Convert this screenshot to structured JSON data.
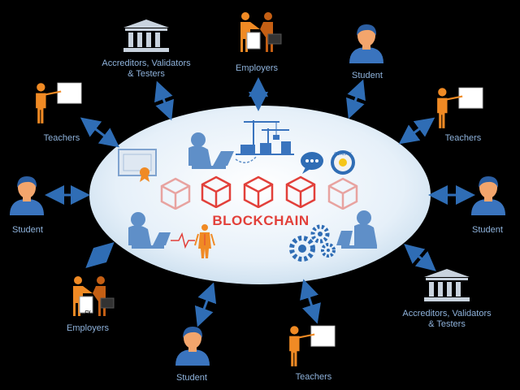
{
  "center": {
    "label": "BLOCKCHAIN"
  },
  "nodes": {
    "accreditors_top": {
      "label_line1": "Accreditors, Validators",
      "label_line2": "& Testers"
    },
    "employers_top": {
      "label": "Employers"
    },
    "student_top": {
      "label": "Student"
    },
    "teachers_left_top": {
      "label": "Teachers"
    },
    "teachers_right_top": {
      "label": "Teachers"
    },
    "student_left": {
      "label": "Student"
    },
    "student_right": {
      "label": "Student"
    },
    "employers_bottom": {
      "label": "Employers"
    },
    "student_bottom": {
      "label": "Student"
    },
    "teachers_bottom": {
      "label": "Teachers"
    },
    "accreditors_bottom": {
      "label_line1": "Accreditors, Validators",
      "label_line2": "& Testers"
    }
  },
  "icons": {
    "cv": "CV",
    "badge": "QUALITY"
  },
  "colors": {
    "background": "#000000",
    "accent_blue": "#2f6db5",
    "person_blue": "#3a74be",
    "orange": "#f08a24",
    "red": "#e2403a",
    "label": "#8fb3dc"
  }
}
